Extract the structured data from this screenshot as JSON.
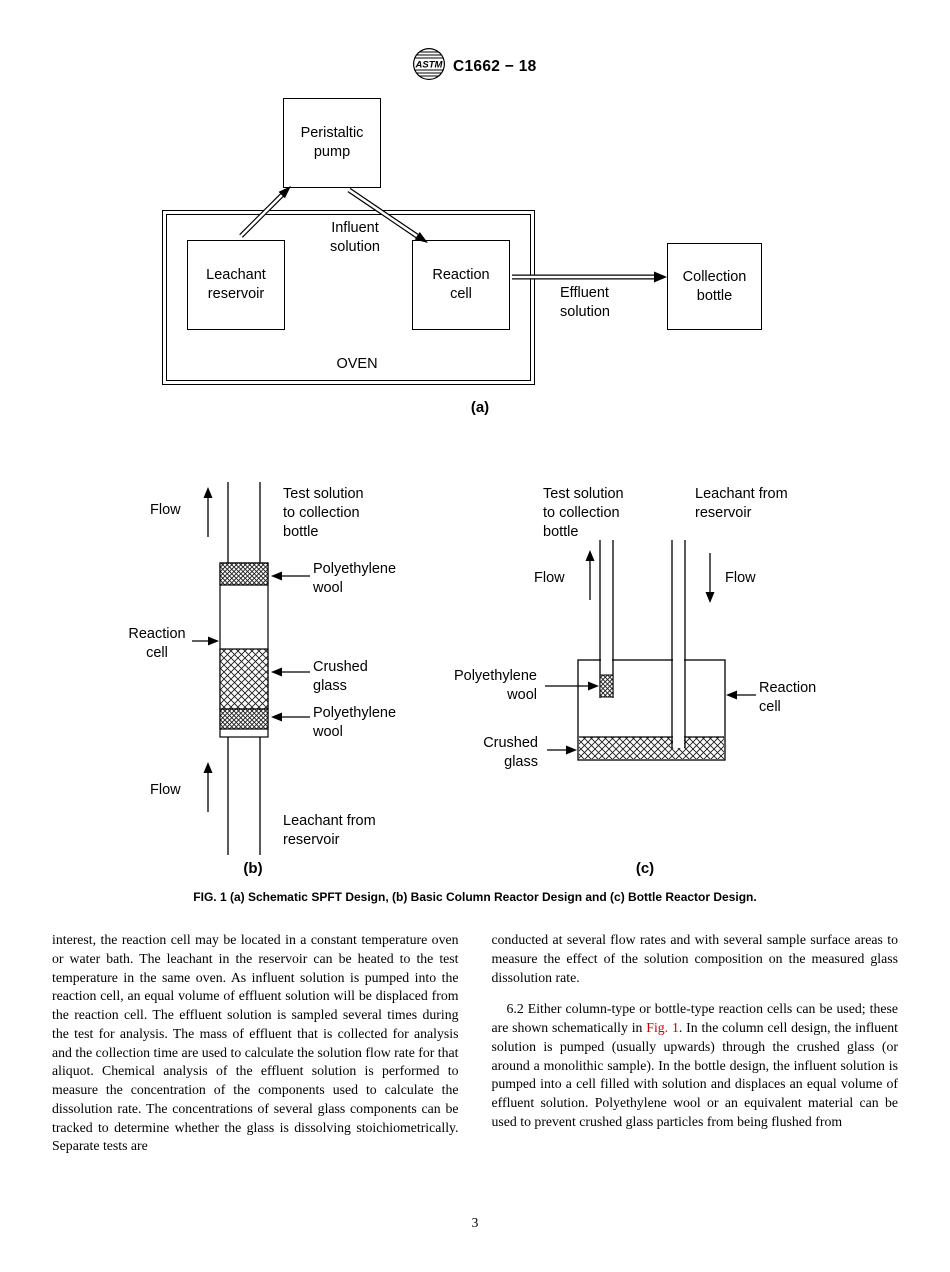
{
  "header": {
    "title": "C1662 − 18",
    "logo_text": "ASTM"
  },
  "fig_a": {
    "pump": "Peristaltic pump",
    "influent": "Influent solution",
    "reservoir": "Leachant reservoir",
    "reaction_cell": "Reaction cell",
    "oven": "OVEN",
    "effluent": "Effluent solution",
    "collection": "Collection bottle",
    "tag": "(a)"
  },
  "fig_b": {
    "flow_top": "Flow",
    "test_solution": "Test solution to collection bottle",
    "wool_top": "Polyethylene wool",
    "reaction_cell": "Reaction cell",
    "crushed_glass": "Crushed glass",
    "wool_bottom": "Polyethylene wool",
    "flow_bottom": "Flow",
    "leachant": "Leachant from reservoir",
    "tag": "(b)"
  },
  "fig_c": {
    "test_solution": "Test solution to collection bottle",
    "leachant": "Leachant from reservoir",
    "flow_left": "Flow",
    "flow_right": "Flow",
    "wool": "Polyethylene wool",
    "crushed_glass": "Crushed glass",
    "reaction_cell": "Reaction cell",
    "tag": "(c)"
  },
  "caption": "FIG. 1  (a) Schematic SPFT Design, (b) Basic Column Reactor Design and (c) Bottle Reactor Design.",
  "body": {
    "left_col": "interest, the reaction cell may be located in a constant temperature oven or water bath. The leachant in the reservoir can be heated to the test temperature in the same oven. As influent solution is pumped into the reaction cell, an equal volume of effluent solution will be displaced from the reaction cell. The effluent solution is sampled several times during the test for analysis. The mass of effluent that is collected for analysis and the collection time are used to calculate the solution flow rate for that aliquot. Chemical analysis of the effluent solution is performed to measure the concentration of the components used to calculate the dissolution rate. The concentrations of several glass components can be tracked to determine whether the glass is dissolving stoichiometrically. Separate tests are",
    "right_p1": "conducted at several flow rates and with several sample surface areas to measure the effect of the solution composition on the measured glass dissolution rate.",
    "right_p2_num": "6.2",
    "right_p2_before": " Either column-type or bottle-type reaction cells can be used; these are shown schematically in ",
    "fig_link": "Fig. 1",
    "right_p2_after": ". In the column cell design, the influent solution is pumped (usually upwards) through the crushed glass (or around a monolithic sample). In the bottle design, the influent solution is pumped into a cell filled with solution and displaces an equal volume of effluent solution. Polyethylene wool or an equivalent material can be used to prevent crushed glass particles from being flushed from"
  },
  "page_number": "3",
  "colors": {
    "link": "#cc0000"
  }
}
